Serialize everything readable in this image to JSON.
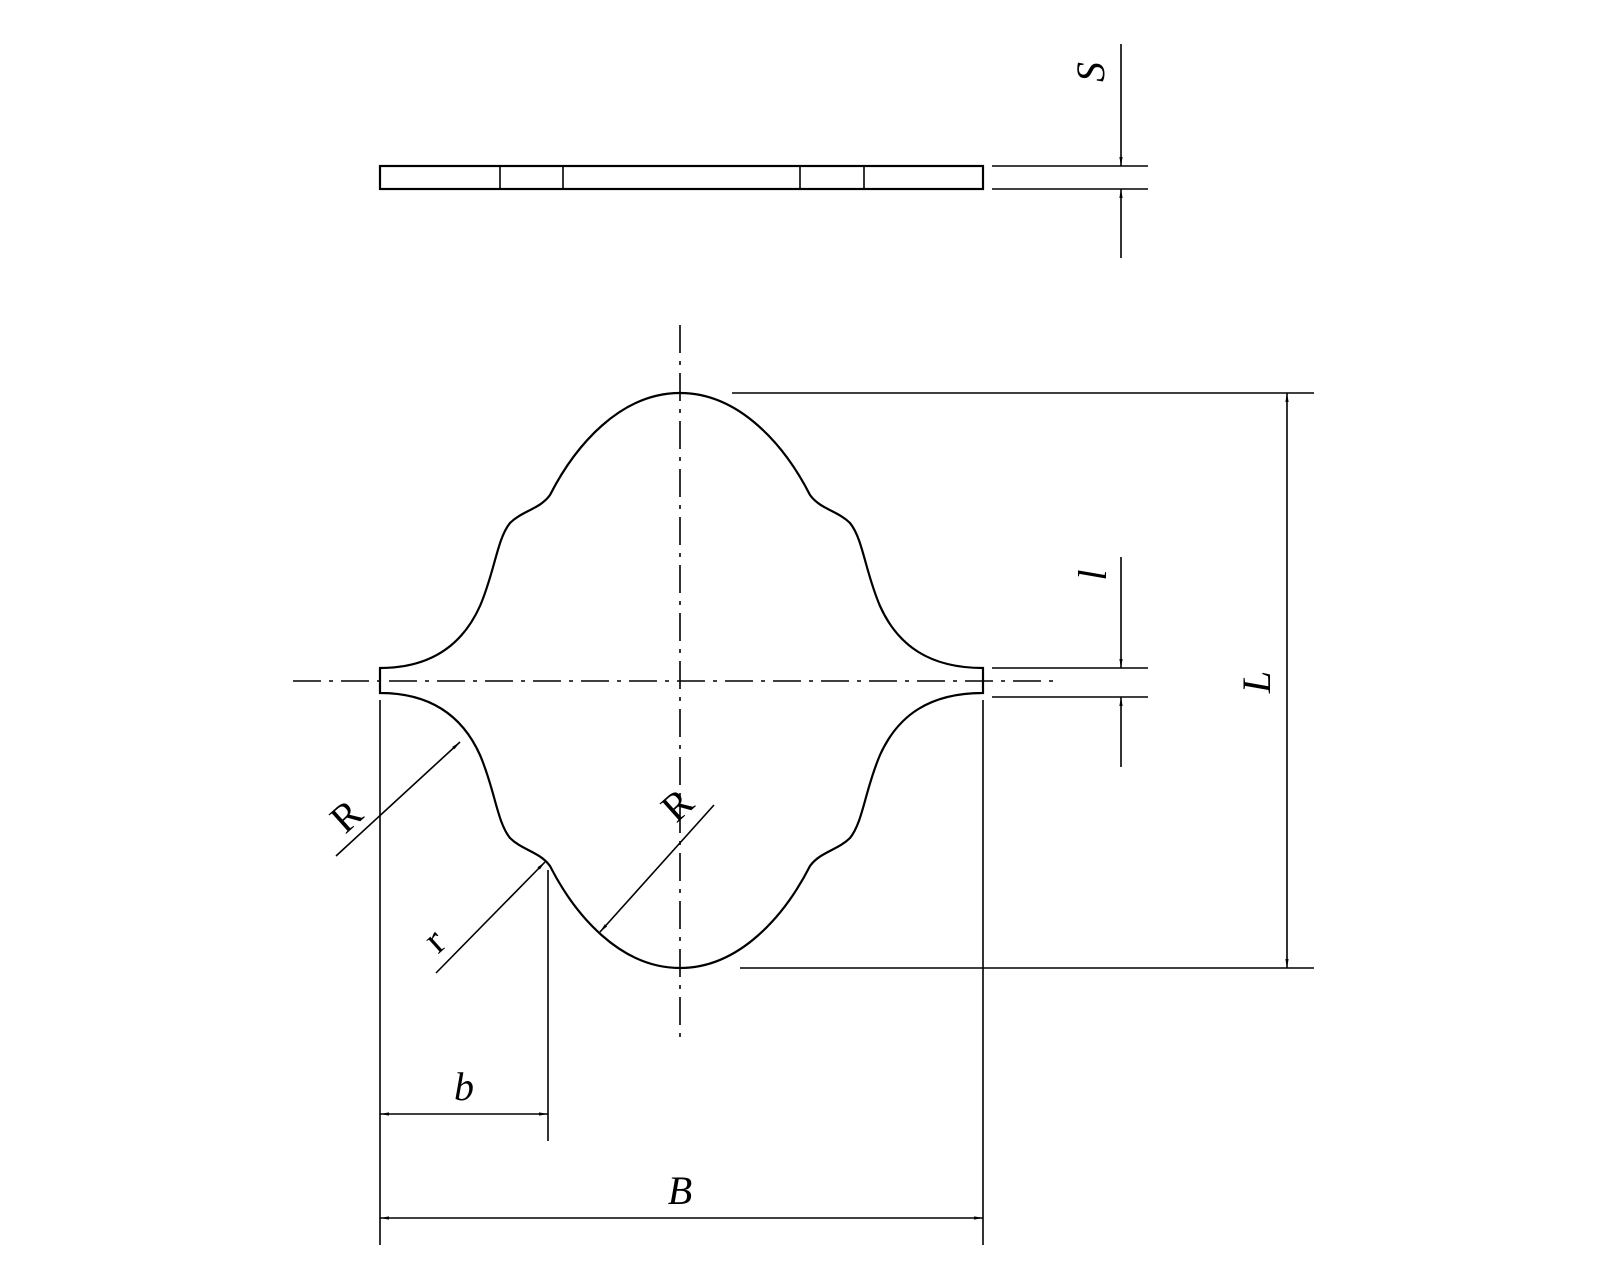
{
  "labels": {
    "S": "S",
    "l": "l",
    "L": "L",
    "R_left": "R",
    "R_right": "R",
    "r": "r",
    "b": "b",
    "B": "B"
  },
  "colors": {
    "line": "#000000",
    "background": "#ffffff"
  }
}
